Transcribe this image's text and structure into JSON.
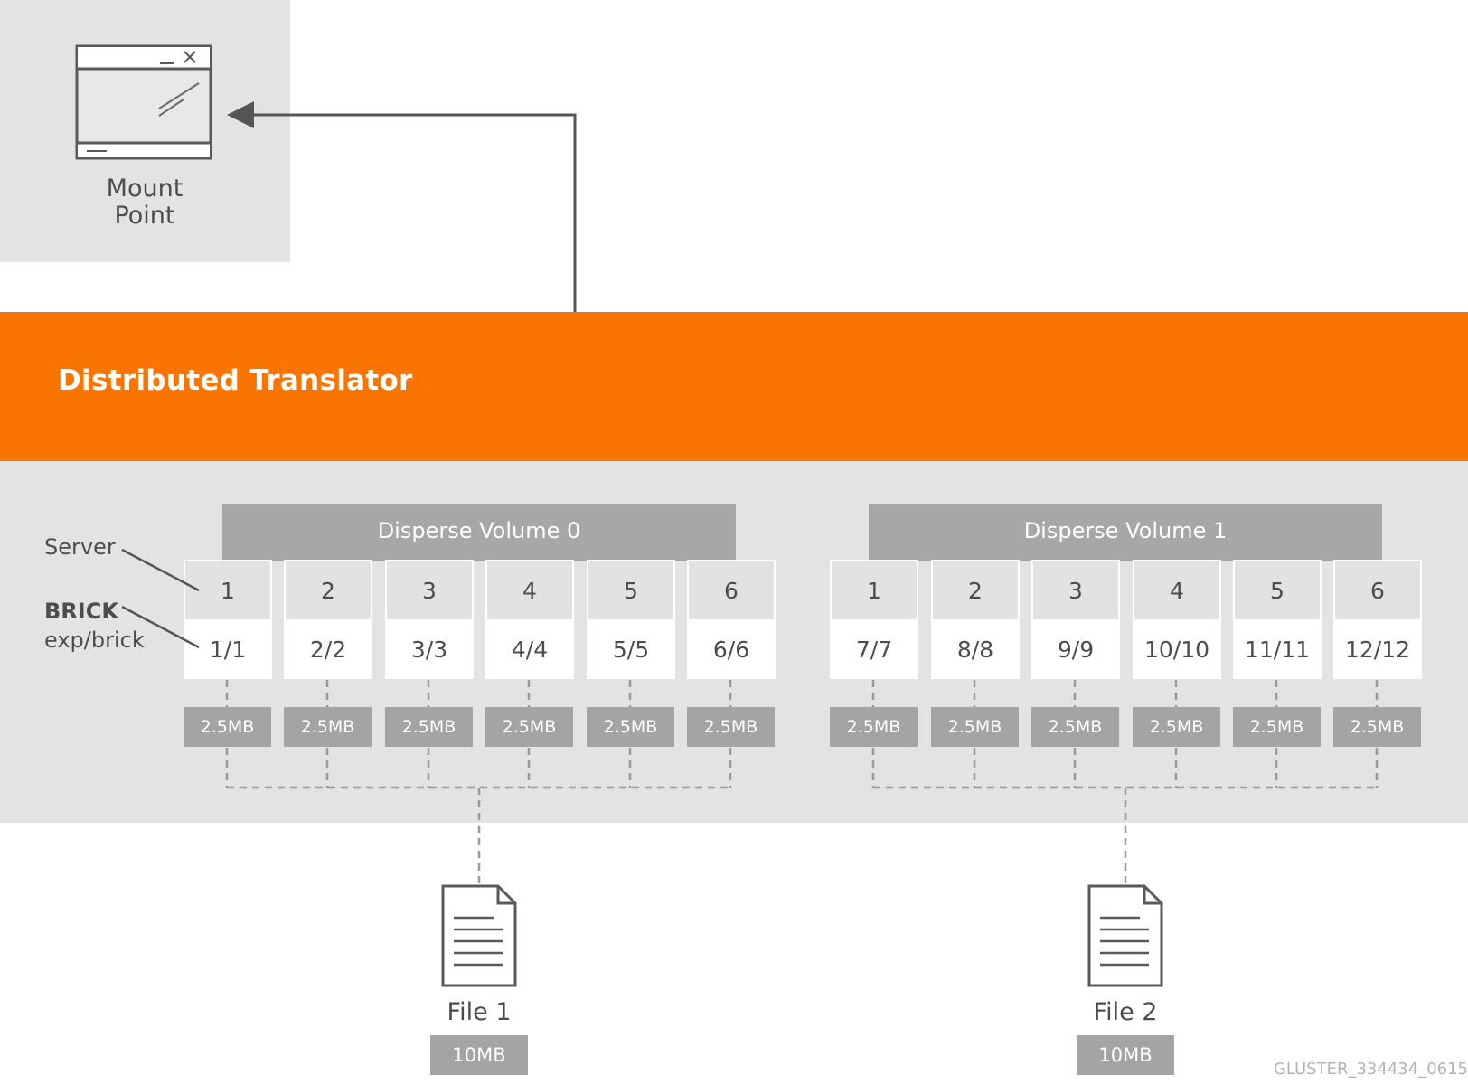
{
  "mount_point": {
    "label_line1": "Mount",
    "label_line2": "Point",
    "icon": "application-window-icon"
  },
  "translator": {
    "label": "Distributed Translator",
    "color": "#f97400"
  },
  "legend": {
    "server_label": "Server",
    "brick_label": "BRICK",
    "brick_path": "exp/brick"
  },
  "volumes": [
    {
      "title": "Disperse Volume 0",
      "servers": [
        "1",
        "2",
        "3",
        "4",
        "5",
        "6"
      ],
      "bricks": [
        "1/1",
        "2/2",
        "3/3",
        "4/4",
        "5/5",
        "6/6"
      ],
      "chunks": [
        "2.5MB",
        "2.5MB",
        "2.5MB",
        "2.5MB",
        "2.5MB",
        "2.5MB"
      ]
    },
    {
      "title": "Disperse Volume 1",
      "servers": [
        "1",
        "2",
        "3",
        "4",
        "5",
        "6"
      ],
      "bricks": [
        "7/7",
        "8/8",
        "9/9",
        "10/10",
        "11/11",
        "12/12"
      ],
      "chunks": [
        "2.5MB",
        "2.5MB",
        "2.5MB",
        "2.5MB",
        "2.5MB",
        "2.5MB"
      ]
    }
  ],
  "files": [
    {
      "name": "File 1",
      "size": "10MB",
      "icon": "document-icon"
    },
    {
      "name": "File 2",
      "size": "10MB",
      "icon": "document-icon"
    }
  ],
  "footer": {
    "code": "GLUSTER_334434_0615"
  },
  "colors": {
    "panel": "#e3e3e3",
    "header": "#a7a7a7",
    "text": "#4d4d4d",
    "accent": "#f97400"
  }
}
